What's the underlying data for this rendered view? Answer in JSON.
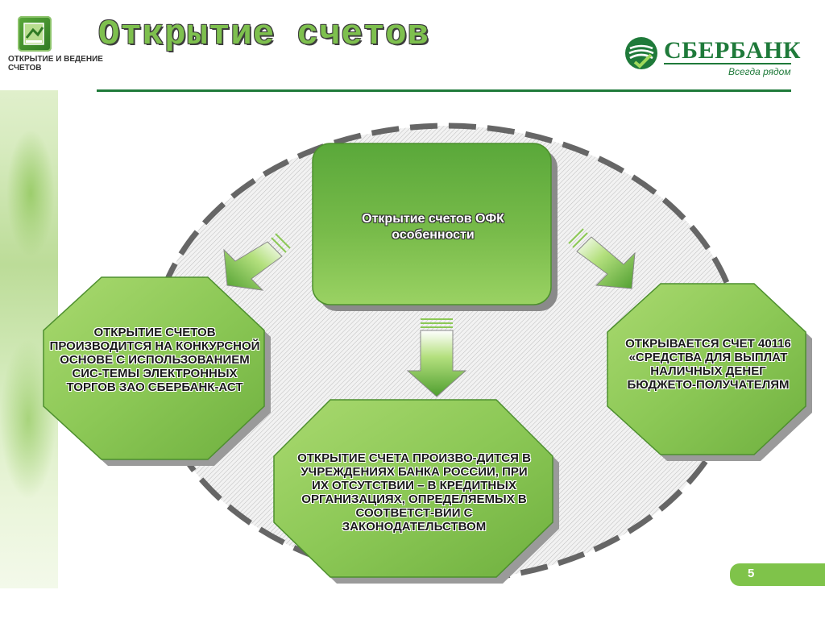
{
  "sidebar": {
    "section_label": "ОТКРЫТИЕ И ВЕДЕНИЕ СЧЕТОВ",
    "icon": "folder-document-icon"
  },
  "header": {
    "title": "Открытие счетов"
  },
  "logo": {
    "name": "СБЕРБАНК",
    "slogan": "Всегда рядом",
    "brand_color": "#1f7a3a"
  },
  "diagram": {
    "center": "Открытие счетов ОФК особенности",
    "left": "ОТКРЫТИЕ СЧЕТОВ ПРОИЗВОДИТСЯ НА КОНКУРСНОЙ ОСНОВЕ С ИСПОЛЬЗОВАНИЕМ СИС-ТЕМЫ ЭЛЕКТРОННЫХ ТОРГОВ ЗАО СБЕРБАНК-АСТ",
    "bottom": "ОТКРЫТИЕ СЧЕТА ПРОИЗВО-ДИТСЯ В УЧРЕЖДЕНИЯХ БАНКА РОССИИ, ПРИ ИХ ОТСУТСТВИИ – В КРЕДИТНЫХ ОРГАНИЗАЦИЯХ, ОПРЕДЕЛЯЕМЫХ В СООТВЕТСТ-ВИИ С ЗАКОНОДАТЕЛЬСТВОМ",
    "right": "ОТКРЫВАЕТСЯ СЧЕТ 40116 «СРЕДСТВА ДЛЯ ВЫПЛАТ НАЛИЧНЫХ ДЕНЕГ БЮДЖЕТО-ПОЛУЧАТЕЛЯМ",
    "accent_color": "#7ec04e"
  },
  "page_number": "5"
}
